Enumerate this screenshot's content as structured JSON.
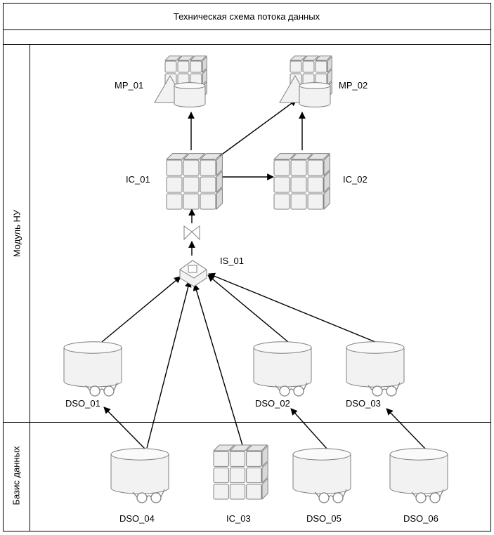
{
  "diagram": {
    "title": "Техническая схема потока данных",
    "lanes": [
      {
        "id": "lane-module",
        "label": "Модуль НУ"
      },
      {
        "id": "lane-base",
        "label": "Базис данных"
      }
    ],
    "nodes": [
      {
        "id": "MP_01",
        "label": "MP_01",
        "kind": "mart"
      },
      {
        "id": "MP_02",
        "label": "MP_02",
        "kind": "mart"
      },
      {
        "id": "IC_01",
        "label": "IC_01",
        "kind": "cube"
      },
      {
        "id": "IC_02",
        "label": "IC_02",
        "kind": "cube"
      },
      {
        "id": "IS_01",
        "label": "IS_01",
        "kind": "infosource"
      },
      {
        "id": "DSO_01",
        "label": "DSO_01",
        "kind": "dso"
      },
      {
        "id": "DSO_02",
        "label": "DSO_02",
        "kind": "dso"
      },
      {
        "id": "DSO_03",
        "label": "DSO_03",
        "kind": "dso"
      },
      {
        "id": "DSO_04",
        "label": "DSO_04",
        "kind": "dso"
      },
      {
        "id": "IC_03",
        "label": "IC_03",
        "kind": "cube"
      },
      {
        "id": "DSO_05",
        "label": "DSO_05",
        "kind": "dso"
      },
      {
        "id": "DSO_06",
        "label": "DSO_06",
        "kind": "dso"
      }
    ],
    "edges": [
      {
        "from": "IC_01",
        "to": "MP_01"
      },
      {
        "from": "IC_01",
        "to": "MP_02"
      },
      {
        "from": "IC_02",
        "to": "MP_02"
      },
      {
        "from": "IC_01",
        "to": "IC_02"
      },
      {
        "from": "IS_01",
        "to": "IC_01"
      },
      {
        "from": "DSO_01",
        "to": "IS_01"
      },
      {
        "from": "DSO_04",
        "to": "IS_01"
      },
      {
        "from": "IC_03",
        "to": "IS_01"
      },
      {
        "from": "DSO_02",
        "to": "IS_01"
      },
      {
        "from": "DSO_03",
        "to": "IS_01"
      },
      {
        "from": "DSO_04",
        "to": "DSO_01"
      },
      {
        "from": "DSO_05",
        "to": "DSO_02"
      },
      {
        "from": "DSO_06",
        "to": "DSO_03"
      }
    ],
    "colors": {
      "stroke": "#000000",
      "shape_stroke": "#808080",
      "shape_fill": "#f2f2f2"
    }
  }
}
